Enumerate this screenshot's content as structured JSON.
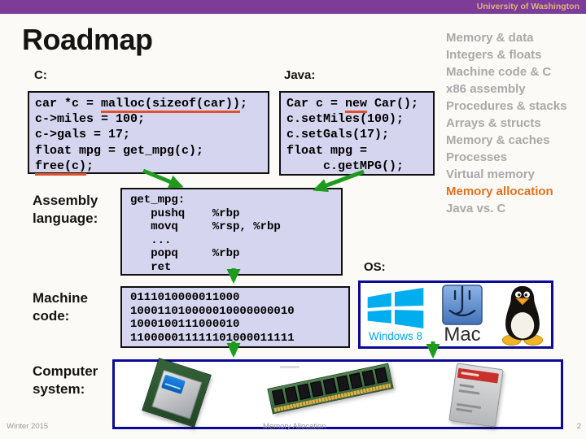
{
  "banner": {
    "text": "University of Washington"
  },
  "title": "Roadmap",
  "sidebar": {
    "items": [
      {
        "label": "Memory & data",
        "active": false
      },
      {
        "label": "Integers & floats",
        "active": false
      },
      {
        "label": "Machine code & C",
        "active": false
      },
      {
        "label": "x86 assembly",
        "active": false
      },
      {
        "label": "Procedures & stacks",
        "active": false
      },
      {
        "label": "Arrays & structs",
        "active": false
      },
      {
        "label": "Memory & caches",
        "active": false
      },
      {
        "label": "Processes",
        "active": false
      },
      {
        "label": "Virtual memory",
        "active": false
      },
      {
        "label": "Memory allocation",
        "active": true
      },
      {
        "label": "Java vs. C",
        "active": false
      }
    ]
  },
  "c_block": {
    "label": "C:",
    "lines": [
      [
        {
          "t": "car *c = "
        },
        {
          "t": "malloc(sizeof(car))",
          "u": true
        },
        {
          "t": ";"
        }
      ],
      [
        {
          "t": "c->miles = 100;"
        }
      ],
      [
        {
          "t": "c->gals = 17;"
        }
      ],
      [
        {
          "t": "float mpg = get_mpg(c);"
        }
      ],
      [
        {
          "t": "free(c)",
          "u": true
        },
        {
          "t": ";"
        }
      ]
    ]
  },
  "java_block": {
    "label": "Java:",
    "lines": [
      [
        {
          "t": "Car c = "
        },
        {
          "t": "new",
          "u": true
        },
        {
          "t": " Car();"
        }
      ],
      [
        {
          "t": "c.setMiles(100);"
        }
      ],
      [
        {
          "t": "c.setGals(17);"
        }
      ],
      [
        {
          "t": "float mpg ="
        }
      ],
      [
        {
          "t": "     c.getMPG();"
        }
      ]
    ]
  },
  "assembly_block": {
    "label": "Assembly language:",
    "lines": [
      "get_mpg:",
      "   pushq    %rbp",
      "   movq     %rsp, %rbp",
      "   ...",
      "   popq     %rbp",
      "   ret"
    ]
  },
  "machine_block": {
    "label": "Machine code:",
    "lines": [
      "0111010000011000",
      "100011010000010000000010",
      "1000100111000010",
      "110000011111101000011111"
    ]
  },
  "os_section": {
    "label": "OS:",
    "windows_label": "Windows 8",
    "mac_label": "Mac"
  },
  "computer_section": {
    "label": "Computer system:"
  },
  "footer": {
    "course_term": "Winter 2015",
    "lecture_title": "Memory Allocation",
    "page_number": "2"
  },
  "colors": {
    "banner_purple": "#7d3c98",
    "banner_gold": "#d8b67a",
    "topic_highlight_orange": "#e0711f",
    "code_underline_red": "#e0512b",
    "code_box_lavender": "#d5d5ef",
    "outline_navy": "#0a0a96",
    "arrow_green": "#1f9a1f",
    "windows_blue": "#00a4e4"
  }
}
